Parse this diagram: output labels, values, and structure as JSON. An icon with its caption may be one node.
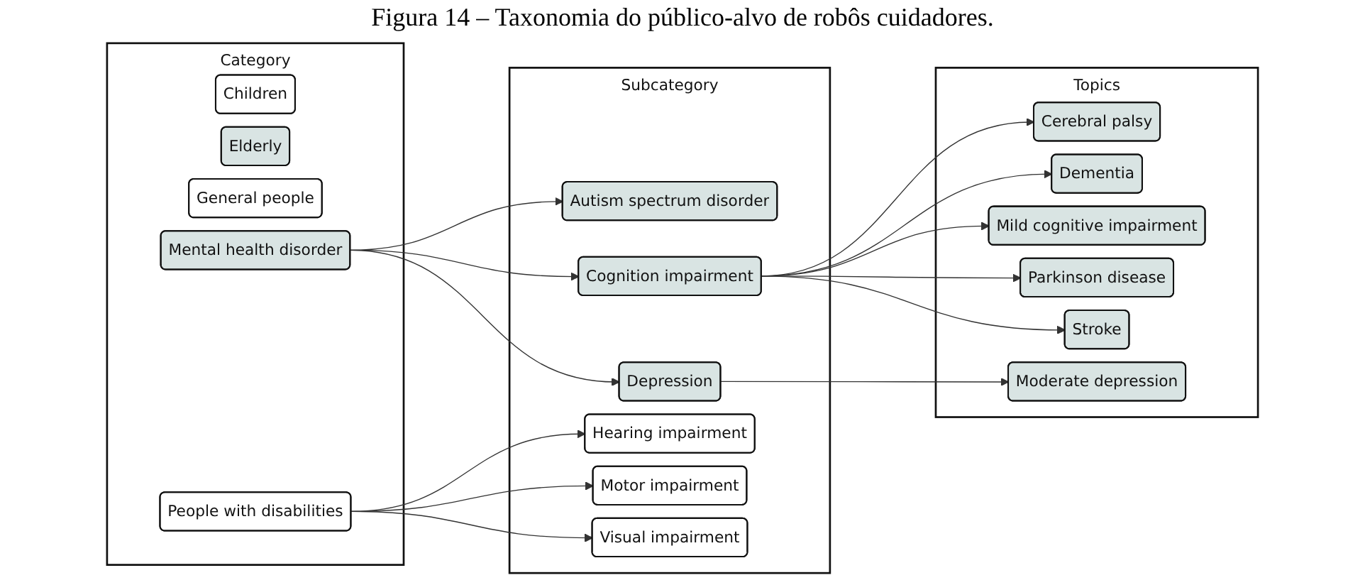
{
  "diagram": {
    "title": "Figura 14 – Taxonomia do público-alvo de robôs cuidadores.",
    "nodes": [
      {
        "text": [
          "Category"
        ]
      },
      {
        "text": [
          "Children"
        ],
        "in": 0
      },
      {
        "text": [
          "Elderly"
        ],
        "in": 0
      },
      {
        "text": [
          "General people"
        ],
        "in": 0
      },
      {
        "text": [
          "Mental health disorder"
        ],
        "in": 0
      },
      {
        "text": [
          "People with disabilities"
        ],
        "in": 0
      },
      {
        "text": [
          "Subcategory"
        ]
      },
      {
        "text": [
          "Autism spectrum disorder"
        ],
        "in": 6
      },
      {
        "text": [
          "Cognition impairment"
        ],
        "in": 6
      },
      {
        "text": [
          "Depression"
        ],
        "in": 6
      },
      {
        "text": [
          "Hearing impairment"
        ],
        "in": 6
      },
      {
        "text": [
          "Motor impairment"
        ],
        "in": 6
      },
      {
        "text": [
          "Visual impairment"
        ],
        "in": 6
      },
      {
        "text": [
          "Topics"
        ]
      },
      {
        "text": [
          "Cerebral palsy"
        ],
        "in": 13
      },
      {
        "text": [
          "Dementia"
        ],
        "in": 13
      },
      {
        "text": [
          "Mild cognitive impairment"
        ],
        "in": 13
      },
      {
        "text": [
          "Parkinson disease"
        ],
        "in": 13
      },
      {
        "text": [
          "Stroke"
        ],
        "in": 13
      },
      {
        "text": [
          "Moderate depression"
        ],
        "in": 13
      }
    ],
    "edges": [
      {
        "from": 4,
        "to": 7,
        "arrow": "to"
      },
      {
        "from": 4,
        "to": 8,
        "arrow": "to"
      },
      {
        "from": 4,
        "to": 9,
        "arrow": "to"
      },
      {
        "from": 5,
        "to": 10,
        "arrow": "to"
      },
      {
        "from": 5,
        "to": 11,
        "arrow": "to"
      },
      {
        "from": 5,
        "to": 12,
        "arrow": "to"
      },
      {
        "from": 8,
        "to": 14,
        "arrow": "to"
      },
      {
        "from": 8,
        "to": 15,
        "arrow": "to"
      },
      {
        "from": 8,
        "to": 16,
        "arrow": "to"
      },
      {
        "from": 8,
        "to": 17,
        "arrow": "to"
      },
      {
        "from": 8,
        "to": 18,
        "arrow": "to"
      },
      {
        "from": 9,
        "to": 19,
        "arrow": "to"
      }
    ]
  }
}
